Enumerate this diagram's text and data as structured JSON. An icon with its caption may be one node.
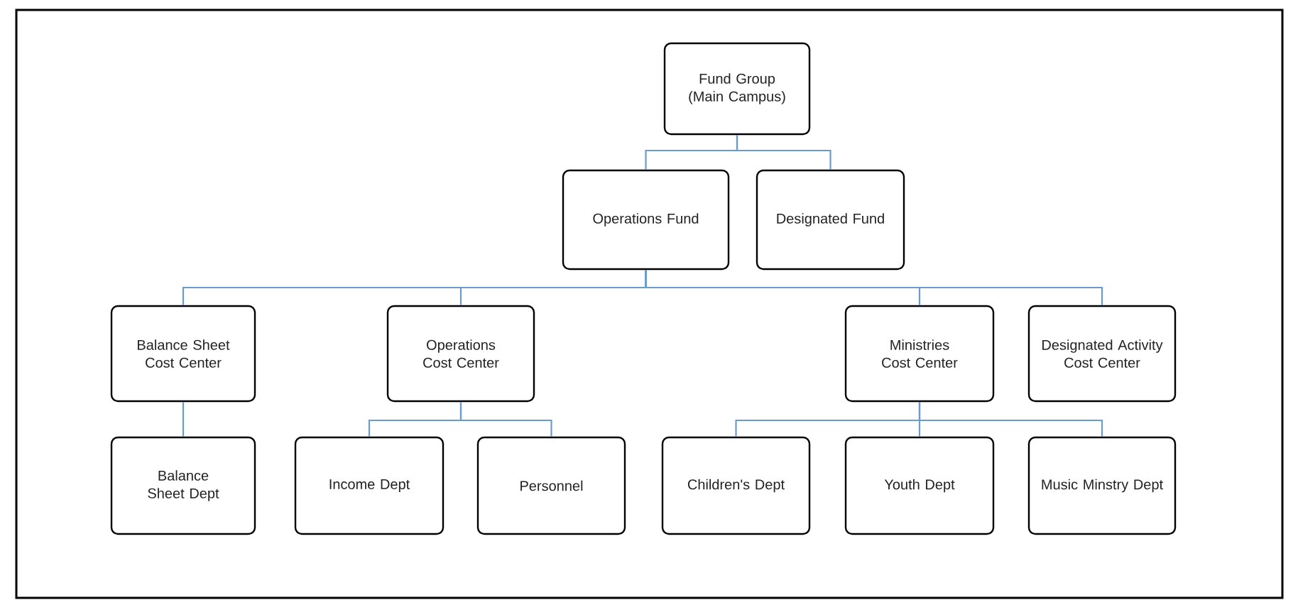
{
  "diagram": {
    "nodes": [
      {
        "text": [
          "Fund Group (Main Campus)"
        ]
      },
      {
        "text": [
          "Operations Fund"
        ]
      },
      {
        "text": [
          "Designated Fund"
        ]
      },
      {
        "text": [
          "Balance Sheet Cost Center"
        ]
      },
      {
        "text": [
          "Operations Cost Center"
        ]
      },
      {
        "text": [
          "Ministries Cost Center"
        ]
      },
      {
        "text": [
          "Designated Activity Cost Center"
        ]
      },
      {
        "text": [
          "Balance Sheet Dept"
        ]
      },
      {
        "text": [
          "Income Dept"
        ]
      },
      {
        "text": [
          "Personnel"
        ]
      },
      {
        "text": [
          "Children's Dept"
        ]
      },
      {
        "text": [
          "Youth Dept"
        ]
      },
      {
        "text": [
          "Music Minstry Dept"
        ]
      }
    ],
    "edges": [
      {
        "from": 0,
        "to": 1,
        "arrow": "none"
      },
      {
        "from": 0,
        "to": 2,
        "arrow": "none"
      },
      {
        "from": 1,
        "to": 3,
        "arrow": "none"
      },
      {
        "from": 1,
        "to": 4,
        "arrow": "none"
      },
      {
        "from": 1,
        "to": 5,
        "arrow": "none"
      },
      {
        "from": 1,
        "to": 6,
        "arrow": "none"
      },
      {
        "from": 3,
        "to": 7,
        "arrow": "none"
      },
      {
        "from": 4,
        "to": 8,
        "arrow": "none"
      },
      {
        "from": 4,
        "to": 9,
        "arrow": "none"
      },
      {
        "from": 5,
        "to": 10,
        "arrow": "none"
      },
      {
        "from": 5,
        "to": 11,
        "arrow": "none"
      },
      {
        "from": 5,
        "to": 12,
        "arrow": "none"
      }
    ]
  }
}
